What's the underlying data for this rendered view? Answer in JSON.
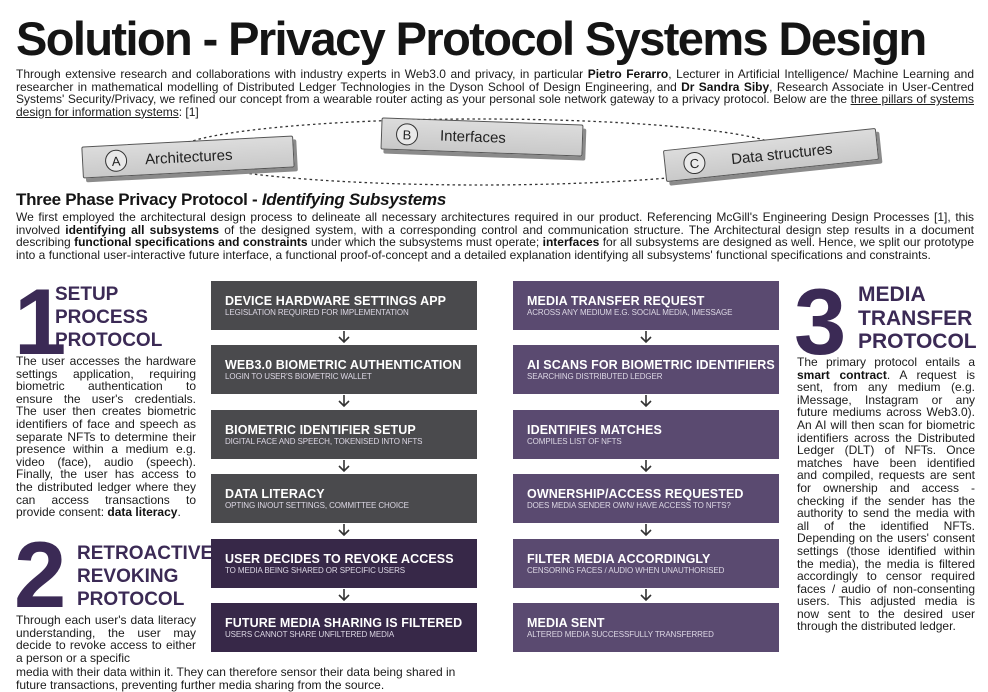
{
  "title": "Solution - Privacy Protocol Systems Design",
  "intro": {
    "t1": "Through extensive research and collaborations with industry experts in Web3.0 and privacy, in particular ",
    "b1": "Pietro Ferarro",
    "t2": ", Lecturer in Artificial Intelligence/ Machine Learning and researcher in mathematical modelling of Distributed Ledger Technologies in the Dyson School of Design Engineering, and ",
    "b2": "Dr Sandra Siby",
    "t3": ", Research Associate in User-Centred Systems' Security/Privacy, we refined our concept from a wearable router acting as your personal sole network gateway to a privacy protocol. Below are the ",
    "u1": "three pillars of systems design for information systems",
    "t4": ": [1]"
  },
  "pillars": [
    {
      "letter": "A",
      "label": "Architectures"
    },
    {
      "letter": "B",
      "label": "Interfaces"
    },
    {
      "letter": "C",
      "label": "Data structures"
    }
  ],
  "section": {
    "heading": "Three Phase Privacy Protocol - ",
    "heading_italic": "Identifying Subsystems",
    "p1": "We first employed the architectural design process to delineate all necessary architectures required in our product. Referencing McGill's Engineering Design Processes [1], this involved ",
    "b1": "identifying all subsystems",
    "p2": " of the designed system, with a corresponding control and communication structure. The Architectural design step results in a document describing ",
    "b2": "functional specifications and constraints",
    "p3": " under which the subsystems must operate; ",
    "b3": "interfaces",
    "p4": " for all subsystems are designed as well. Hence, we split our prototype into a functional user-interactive future interface, a functional proof-of-concept and a detailed explanation identifying all subsystems' functional specifications and constraints."
  },
  "protocol1": {
    "number": "1",
    "title1": "SETUP",
    "title2": "PROCESS",
    "title3": "PROTOCOL",
    "text": "The user accesses the hardware settings application, requiring biometric authentication to ensure the user's credentials. The user then creates biometric identifiers of face and speech as separate NFTs to determine their presence within a medium e.g. video (face), audio (speech). Finally, the user has access to the distributed ledger where they can access transactions to provide consent: ",
    "bold": "data literacy",
    "end": "."
  },
  "protocol2": {
    "number": "2",
    "title1": "RETROACTIVE",
    "title2": "REVOKING",
    "title3": "PROTOCOL",
    "text_a": "Through each user's data literacy understanding, the user may decide to revoke access to either a person or a specific",
    "text_b": "media with their data within it. They can therefore sensor their data being shared in future transactions, preventing further media sharing from the source."
  },
  "protocol3": {
    "number": "3",
    "title1": "MEDIA",
    "title2": "TRANSFER",
    "title3": "PROTOCOL",
    "t1": "The primary protocol entails a ",
    "b1": "smart contract",
    "t2": ". A request is sent, from any medium (e.g. iMessage, Instagram or any future mediums across Web3.0). An AI will then scan for biometric identifiers across the Distributed Ledger (DLT) of NFTs. Once matches have been identified and compiled, requests are sent for ownership and access - checking if the sender has the authority to send the media with all of the identified NFTs. Depending on the users' consent settings (those identified within the media), the media is filtered accordingly to censor required faces / audio of non-consenting users. This adjusted media is now sent to the desired user through the distributed ledger."
  },
  "flow_left": [
    {
      "title": "DEVICE HARDWARE SETTINGS APP",
      "sub": "LEGISLATION REQUIRED FOR IMPLEMENTATION"
    },
    {
      "title": "WEB3.0 BIOMETRIC AUTHENTICATION",
      "sub": "LOGIN TO USER'S BIOMETRIC WALLET"
    },
    {
      "title": "BIOMETRIC IDENTIFIER SETUP",
      "sub": "DIGITAL FACE AND SPEECH, TOKENISED INTO NFTs"
    },
    {
      "title": "DATA LITERACY",
      "sub": "OPTING IN/OUT SETTINGS, COMMITTEE CHOICE"
    },
    {
      "title": "USER DECIDES TO REVOKE ACCESS",
      "sub": "TO MEDIA BEING SHARED OR SPECIFIC USERS"
    },
    {
      "title": "FUTURE MEDIA SHARING IS FILTERED",
      "sub": "USERS CANNOT SHARE UNFILTERED MEDIA"
    }
  ],
  "flow_right": [
    {
      "title": "MEDIA TRANSFER REQUEST",
      "sub": "ACROSS ANY MEDIUM E.G. SOCIAL MEDIA, IMESSAGE"
    },
    {
      "title": "AI SCANS FOR BIOMETRIC IDENTIFIERS",
      "sub": "SEARCHING DISTRIBUTED LEDGER"
    },
    {
      "title": "IDENTIFIES MATCHES",
      "sub": "COMPILES LIST OF NFTs"
    },
    {
      "title": "OWNERSHIP/ACCESS REQUESTED",
      "sub": "DOES MEDIA SENDER OWN/ HAVE ACCESS TO NFTs?"
    },
    {
      "title": "FILTER MEDIA ACCORDINGLY",
      "sub": "CENSORING FACES / AUDIO WHEN UNAUTHORISED"
    },
    {
      "title": "MEDIA SENT",
      "sub": "ALTERED MEDIA SUCCESSFULLY TRANSFERRED"
    }
  ],
  "colors": {
    "gray_box": "#4a4a4d",
    "purple_box": "#5a4a70",
    "dark_purple_box": "#372848",
    "numeral": "#3b2a55"
  }
}
